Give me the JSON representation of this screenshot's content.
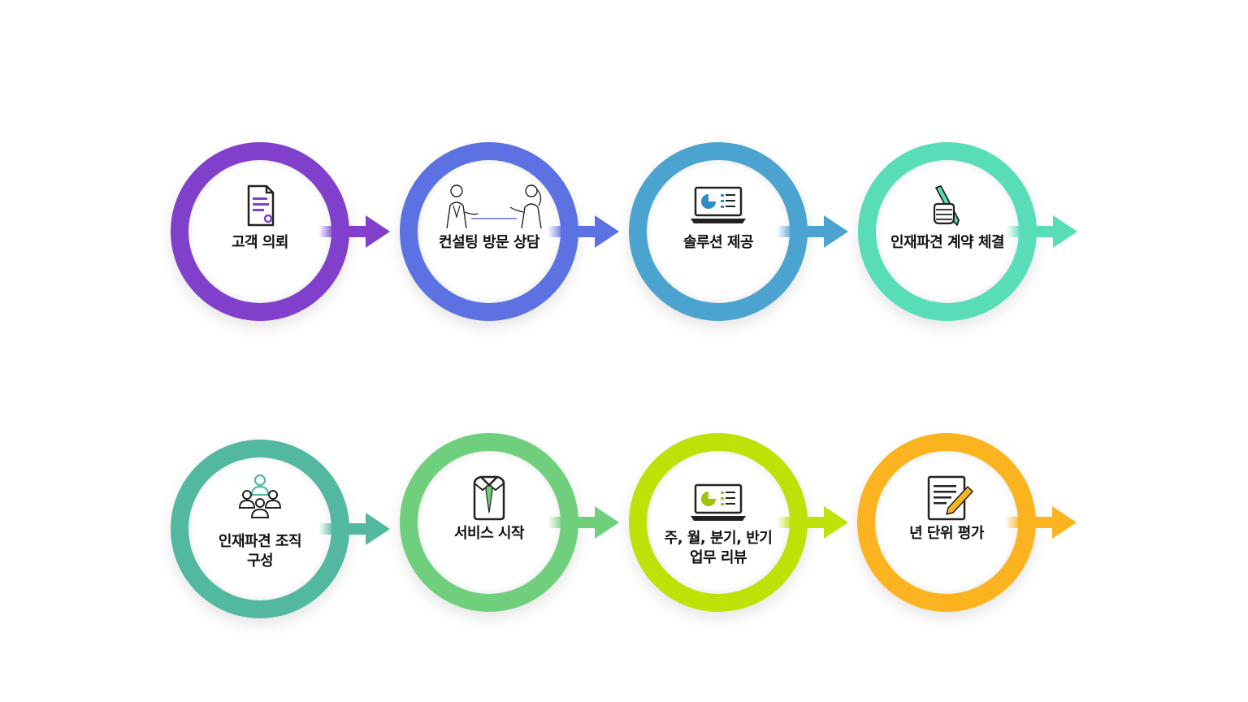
{
  "steps": [
    {
      "label": "고객 의뢰",
      "icon": "document-icon",
      "color": "#8040cc"
    },
    {
      "label": "컨설팅 방문 상담",
      "icon": "meeting-icon",
      "color": "#5c72e2"
    },
    {
      "label": "솔루션 제공",
      "icon": "laptop-chart-icon",
      "color": "#4ba4d0"
    },
    {
      "label": "인재파견 계약 체결",
      "icon": "hand-pen-icon",
      "color": "#58ddb8"
    },
    {
      "label": "인재파견 조직\n구성",
      "icon": "team-icon",
      "color": "#52b8a0"
    },
    {
      "label": "서비스 시작",
      "icon": "shirt-tie-icon",
      "color": "#6fcf7c"
    },
    {
      "label": "주, 월, 분기, 반기\n업무 리뷰",
      "icon": "laptop-chart-icon",
      "color": "#bde207"
    },
    {
      "label": "년 단위 평가",
      "icon": "evaluation-pencil-icon",
      "color": "#fbb420"
    }
  ]
}
